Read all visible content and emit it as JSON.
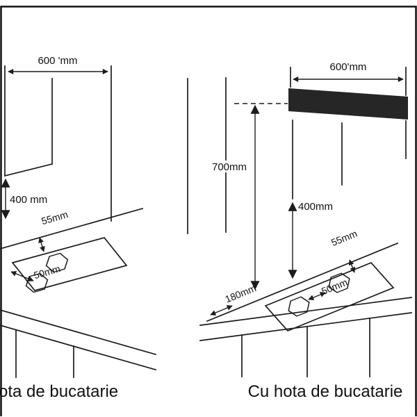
{
  "diagram": {
    "left": {
      "caption": "ota de bucatarie",
      "dim_width": "600 'mm",
      "dim_height": "400 mm",
      "dim_back_gap": "55mm",
      "dim_burner_gap": "50mm"
    },
    "right": {
      "caption": "Cu hota de bucatarie",
      "dim_width": "600'mm",
      "dim_hood_height": "700mm",
      "dim_height": "400mm",
      "dim_back_gap": "55mm",
      "dim_side_gap": "180mm",
      "dim_burner_gap": "50mm"
    },
    "colors": {
      "line": "#1c1c1c",
      "hood_fill": "#262626",
      "background": "#ffffff"
    }
  }
}
